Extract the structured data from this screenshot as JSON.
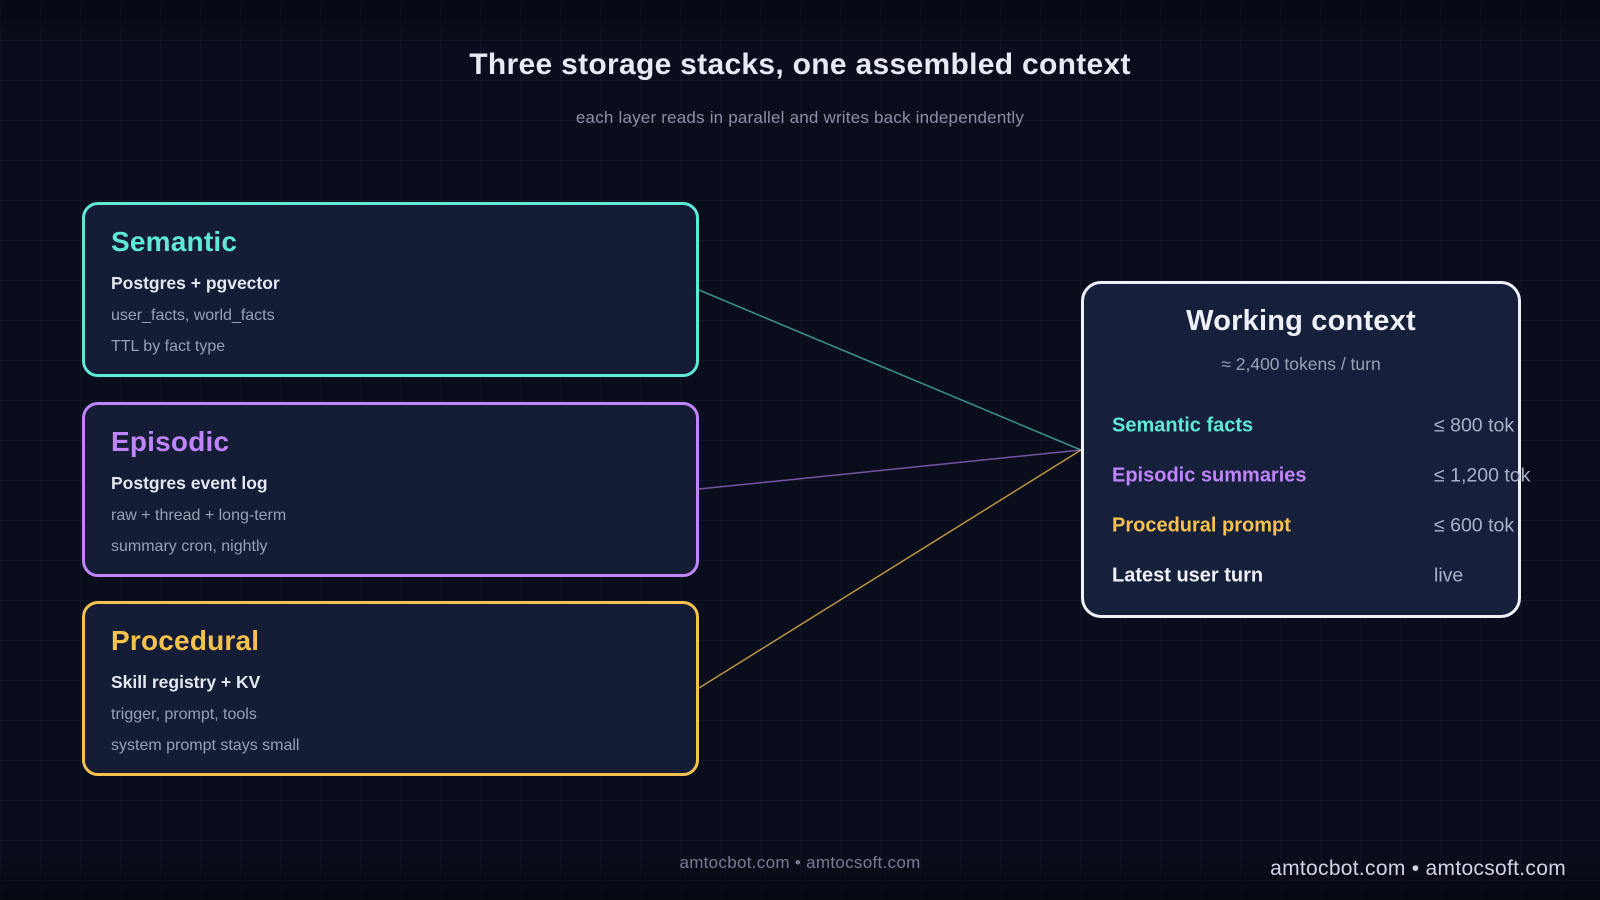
{
  "header": {
    "title": "Three storage stacks, one assembled context",
    "subtitle": "each layer reads in parallel and writes back independently"
  },
  "stacks": [
    {
      "title": "Semantic",
      "tech": "Postgres + pgvector",
      "lines": [
        "user_facts, world_facts",
        "TTL by fact type"
      ],
      "accent_color": "#5eead4"
    },
    {
      "title": "Episodic",
      "tech": "Postgres event log",
      "lines": [
        "raw + thread + long-term",
        "summary cron, nightly"
      ],
      "accent_color": "#c084fc"
    },
    {
      "title": "Procedural",
      "tech": "Skill registry + KV",
      "lines": [
        "trigger, prompt, tools",
        "system prompt stays small"
      ],
      "accent_color": "#f7c14e"
    }
  ],
  "working_context": {
    "title": "Working context",
    "subtitle": "≈ 2,400 tokens / turn",
    "rows": [
      {
        "label": "Semantic facts",
        "value": "≤ 800 tok",
        "color": "#5eead4"
      },
      {
        "label": "Episodic summaries",
        "value": "≤ 1,200 tok",
        "color": "#c084fc"
      },
      {
        "label": "Procedural prompt",
        "value": "≤ 600 tok",
        "color": "#f7c14e"
      },
      {
        "label": "Latest user turn",
        "value": "live",
        "color": "#eef1f8"
      }
    ]
  },
  "footer": {
    "center": "amtocbot.com  •  amtocsoft.com",
    "right": "amtocbot.com  •  amtocsoft.com"
  },
  "theme": {
    "background": "#0a0e1c",
    "card_background": "#151d36",
    "working_card_background": "#17203b",
    "working_card_border": "#eef1f8",
    "grid_line": "rgba(140,160,210,0.05)"
  }
}
